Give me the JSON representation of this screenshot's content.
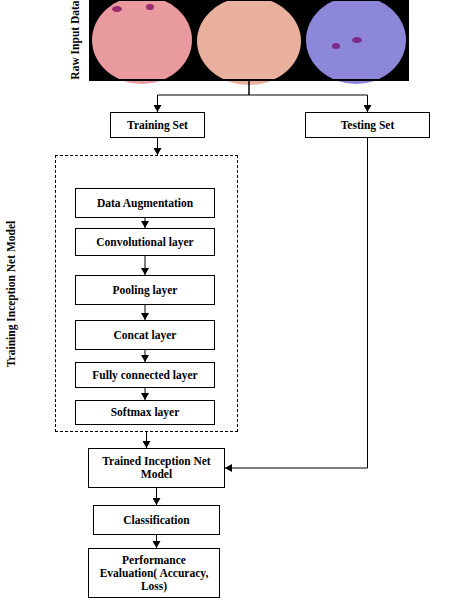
{
  "diagram": {
    "nodes": [
      {
        "text": [
          "Raw Input Data"
        ]
      },
      {
        "text": [
          "Training Set"
        ]
      },
      {
        "text": [
          "Testing Set"
        ]
      },
      {
        "text": [
          "Training Inception Net Model"
        ]
      },
      {
        "text": [
          "Data Augmentation"
        ],
        "in": 3
      },
      {
        "text": [
          "Convolutional layer"
        ],
        "in": 3
      },
      {
        "text": [
          "Pooling layer"
        ],
        "in": 3
      },
      {
        "text": [
          "Concat layer"
        ],
        "in": 3
      },
      {
        "text": [
          "Fully connected layer"
        ],
        "in": 3
      },
      {
        "text": [
          "Softmax layer"
        ],
        "in": 3
      },
      {
        "text": [
          "Trained Inception Net Model"
        ]
      },
      {
        "text": [
          "Classification"
        ]
      },
      {
        "text": [
          "Performance Evaluation( Accuracy, Loss)"
        ]
      }
    ],
    "edges": [
      {
        "from": 0,
        "to": 1,
        "arrow": "to"
      },
      {
        "from": 0,
        "to": 2,
        "arrow": "to"
      },
      {
        "from": 1,
        "to": 3,
        "arrow": "to"
      },
      {
        "from": 4,
        "to": 5,
        "arrow": "to"
      },
      {
        "from": 5,
        "to": 6,
        "arrow": "to"
      },
      {
        "from": 6,
        "to": 7,
        "arrow": "to"
      },
      {
        "from": 7,
        "to": 8,
        "arrow": "to"
      },
      {
        "from": 8,
        "to": 9,
        "arrow": "to"
      },
      {
        "from": 3,
        "to": 10,
        "arrow": "to"
      },
      {
        "from": 2,
        "to": 10,
        "arrow": "to"
      },
      {
        "from": 10,
        "to": 11,
        "arrow": "to"
      },
      {
        "from": 11,
        "to": 12,
        "arrow": "to"
      }
    ]
  }
}
